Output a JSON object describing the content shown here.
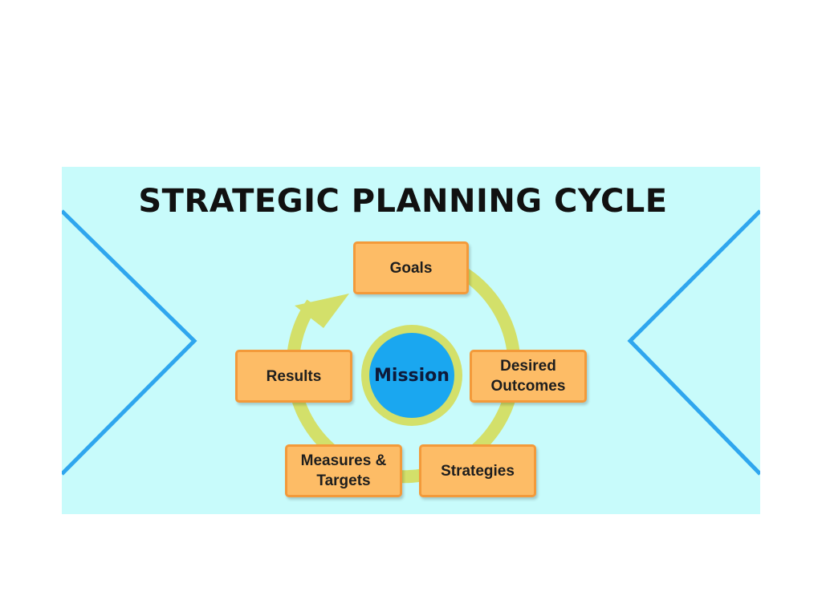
{
  "title": "STRATEGIC PLANNING CYCLE",
  "center": {
    "label": "Mission"
  },
  "steps": [
    {
      "label": "Goals"
    },
    {
      "label": "Desired Outcomes"
    },
    {
      "label": "Strategies"
    },
    {
      "label": "Measures & Targets"
    },
    {
      "label": "Results"
    }
  ],
  "colors": {
    "background": "#c8fbfb",
    "box_fill": "#fdbc66",
    "box_border": "#f39a3a",
    "cycle_arrow": "#d3e06a",
    "mission_circle": "#1aa7f0",
    "mission_ring": "#d3e06a",
    "chevrons": "#2fa6ee"
  }
}
